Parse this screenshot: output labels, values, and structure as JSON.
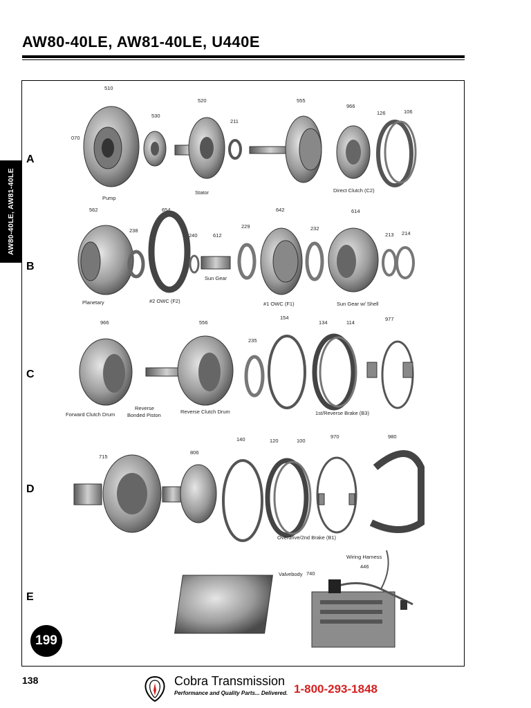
{
  "header": {
    "title": "AW80-40LE, AW81-40LE, U440E"
  },
  "sidetab": {
    "label": "AW80-40LE, AW81-40LE"
  },
  "rows": [
    "A",
    "B",
    "C",
    "D",
    "E"
  ],
  "figure": {
    "part_numbers": {
      "p510": "510",
      "p530": "530",
      "p520": "520",
      "p211": "211",
      "p555": "555",
      "p966a": "966",
      "p126": "126",
      "p106": "106",
      "p070": "070",
      "p562": "562",
      "p238": "238",
      "p654": "654",
      "p240": "240",
      "p612": "612",
      "p229": "229",
      "p642": "642",
      "p232": "232",
      "p614": "614",
      "p213": "213",
      "p214": "214",
      "p966b": "966",
      "p556": "556",
      "p235": "235",
      "p154": "154",
      "p134": "134",
      "p114": "114",
      "p977": "977",
      "p715": "715",
      "p806": "806",
      "p140": "140",
      "p120": "120",
      "p100": "100",
      "p970": "970",
      "p980": "980",
      "p740": "740",
      "p446": "446"
    },
    "captions": {
      "pump": "Pump",
      "stator": "Stator",
      "direct_clutch": "Direct Clutch (C2)",
      "planetary": "Planetary",
      "owc2": "#2 OWC (F2)",
      "sun_gear": "Sun Gear",
      "owc1": "#1 OWC (F1)",
      "sun_gear_shell": "Sun Gear w/ Shell",
      "forward_clutch": "Forward Clutch Drum",
      "reverse_piston_1": "Reverse",
      "reverse_piston_2": "Bonded Piston",
      "reverse_clutch": "Reverse Clutch Drum",
      "reverse_brake": "1st/Reverse Brake (B3)",
      "overdrive_brake": "Overdrive/2nd Brake (B1)",
      "valvebody": "Valvebody",
      "wiring_harness": "Wiring Harness"
    }
  },
  "badge": {
    "number": "199"
  },
  "footer": {
    "page_number": "138",
    "brand": "Cobra Transmission",
    "tagline": "Performance and Quality Parts... Delivered.",
    "phone": "1-800-293-1848"
  }
}
